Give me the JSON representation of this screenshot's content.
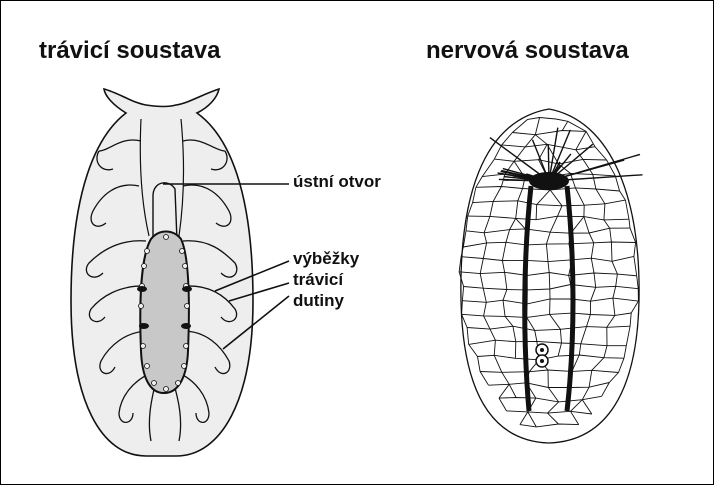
{
  "titles": {
    "left": "trávicí soustava",
    "right": "nervová soustava"
  },
  "labels": {
    "mouth": "ústní otvor",
    "branches": [
      "výběžky",
      "trávicí",
      "dutiny"
    ]
  },
  "colors": {
    "body_fill": "#eeeeee",
    "gut_fill": "#c8c8c8",
    "outline": "#111111"
  }
}
